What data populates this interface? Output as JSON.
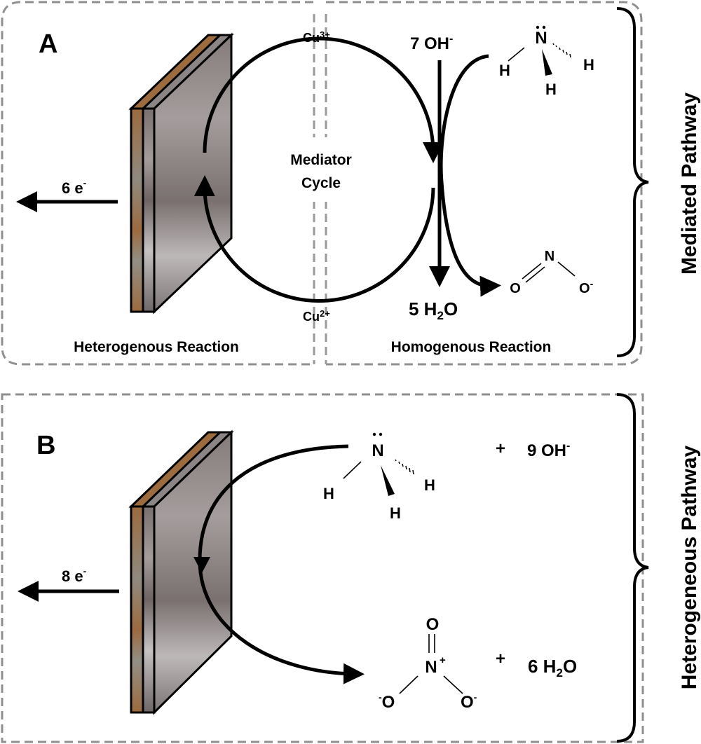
{
  "panel_a": {
    "letter": "A",
    "electrons": {
      "count": "6 e",
      "charge": "-"
    },
    "cu3": {
      "base": "Cu",
      "charge": "3+"
    },
    "cu2": {
      "base": "Cu",
      "charge": "2+"
    },
    "mediator_line1": "Mediator",
    "mediator_line2": "Cycle",
    "hydroxide": {
      "base": "7 OH",
      "charge": "-"
    },
    "water": {
      "coef": "5 H",
      "sub": "2",
      "tail": "O"
    },
    "ammonia": {
      "n": "N",
      "h1": "H",
      "h2": "H",
      "h3": "H"
    },
    "nitrite": {
      "n": "N",
      "o1": "O",
      "o2": "O",
      "charge": "-"
    },
    "left_caption": "Heterogenous Reaction",
    "right_caption": "Homogenous Reaction",
    "bracket_label": "Mediated Pathway"
  },
  "panel_b": {
    "letter": "B",
    "electrons": {
      "count": "8 e",
      "charge": "-"
    },
    "ammonia": {
      "n": "N",
      "h1": "H",
      "h2": "H",
      "h3": "H"
    },
    "plus1": "+",
    "hydroxide": {
      "base": "9 OH",
      "charge": "-"
    },
    "nitrate": {
      "n": "N",
      "n_charge": "+",
      "o_top": "O",
      "o_left": "O",
      "o_right": "O",
      "charge": "-"
    },
    "plus2": "+",
    "water": {
      "coef": "6 H",
      "sub": "2",
      "tail": "O"
    },
    "bracket_label": "Heterogeneous Pathway"
  },
  "colors": {
    "electrode_copper": "#9c6b3e",
    "electrode_metal": "#8a8282",
    "dashed_border": "#8f8f8f"
  }
}
